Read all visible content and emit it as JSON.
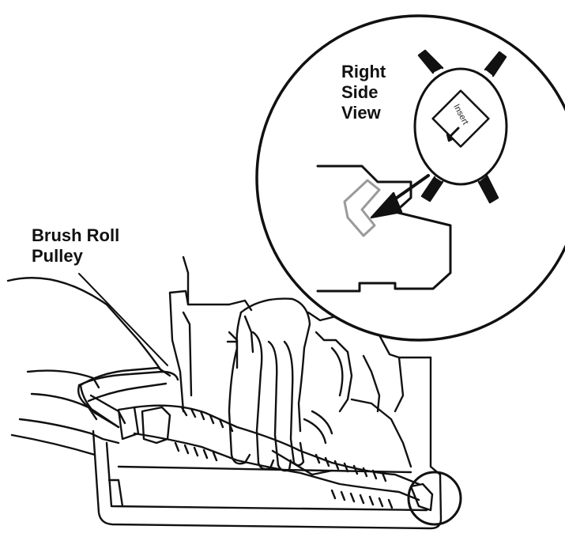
{
  "labels": {
    "pulley_line1": "Brush Roll",
    "pulley_line2": "Pulley",
    "view_line1": "Right",
    "view_line2": "Side",
    "view_line3": "View",
    "insert_tag": "Insert"
  },
  "colors": {
    "ink": "#111111",
    "background": "#ffffff",
    "gray": "#9a9a9a"
  }
}
